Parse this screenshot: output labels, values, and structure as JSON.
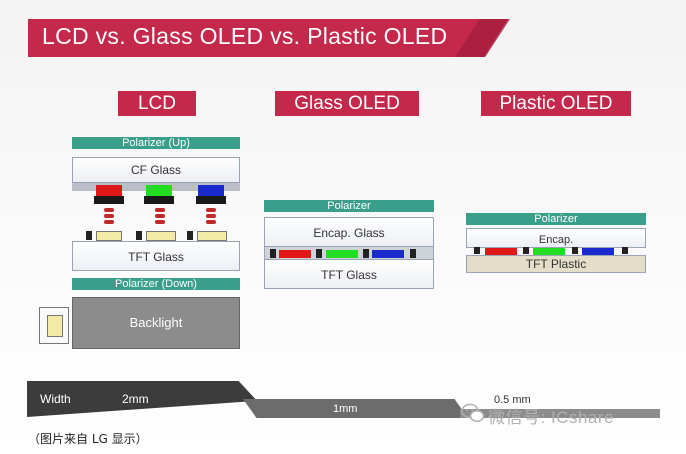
{
  "banner_title": "LCD vs. Glass OLED vs. Plastic OLED",
  "lcd": {
    "heading": "LCD",
    "polarizer_up": "Polarizer (Up)",
    "cf_glass": "CF Glass",
    "tft_glass": "TFT Glass",
    "polarizer_down": "Polarizer (Down)",
    "backlight": "Backlight"
  },
  "glass_oled": {
    "heading": "Glass OLED",
    "polarizer": "Polarizer",
    "encap": "Encap. Glass",
    "tft_glass": "TFT Glass"
  },
  "plastic_oled": {
    "heading": "Plastic OLED",
    "polarizer": "Polarizer",
    "encap": "Encap.",
    "tft_plastic": "TFT Plastic"
  },
  "width_bar": {
    "label": "Width",
    "lcd": "2mm",
    "glass_oled": "1mm",
    "plastic_oled": "0.5 mm"
  },
  "watermark": "微信号: ICshare",
  "caption": "（图片来自 LG 显示）",
  "colors": {
    "accent": "#c4284b",
    "polarizer": "#3a9f8a",
    "red_pixel": "#e01818",
    "green_pixel": "#22dd22",
    "blue_pixel": "#1a2acc"
  }
}
